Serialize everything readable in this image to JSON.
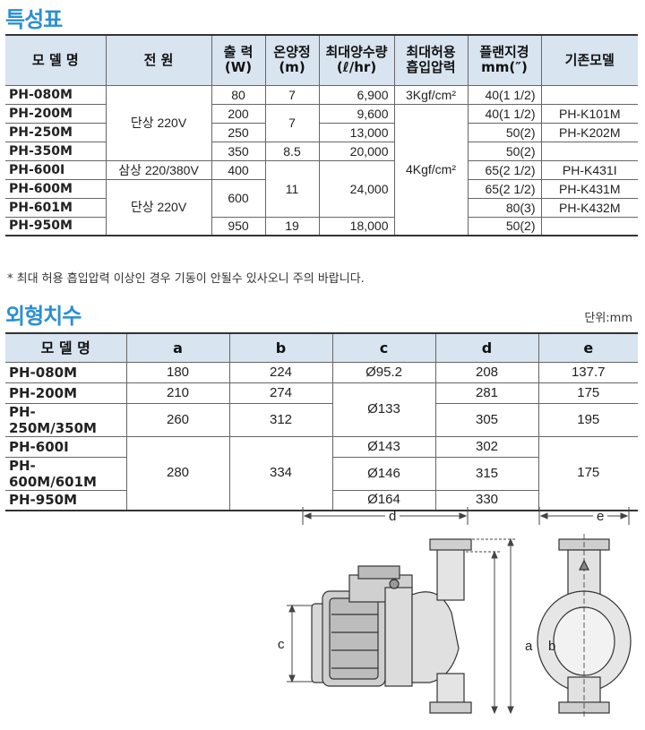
{
  "spec_section": {
    "title": "특성표"
  },
  "spec_table": {
    "headers": {
      "model": "모 델 명",
      "power": "전 원",
      "output_l1": "출 력",
      "output_l2": "(W)",
      "temp_l1": "온양정",
      "temp_l2": "(m)",
      "flow_l1": "최대양수량",
      "flow_l2": "(ℓ/hr)",
      "suction_l1": "최대허용",
      "suction_l2": "흡입압력",
      "flange_l1": "플랜지경",
      "flange_l2": "mm(″)",
      "prev": "기존모델"
    },
    "models": [
      "PH-080M",
      "PH-200M",
      "PH-250M",
      "PH-350M",
      "PH-600I",
      "PH-600M",
      "PH-601M",
      "PH-950M"
    ],
    "power": {
      "single_1": "단상 220V",
      "three": "삼상 220/380V",
      "single_2": "단상 220V"
    },
    "output": [
      "80",
      "200",
      "250",
      "350",
      "400",
      "600",
      "950"
    ],
    "head": [
      "7",
      "7",
      "8.5",
      "11",
      "19"
    ],
    "flow": [
      "6,900",
      "9,600",
      "13,000",
      "20,000",
      "24,000",
      "18,000"
    ],
    "suction": [
      "3Kgf/cm²",
      "4Kgf/cm²"
    ],
    "flange": [
      "40(1 1/2)",
      "40(1 1/2)",
      "50(2)",
      "50(2)",
      "65(2 1/2)",
      "65(2 1/2)",
      "80(3)",
      "50(2)"
    ],
    "prev_model": [
      "PH-K101M",
      "PH-K202M",
      "PH-K431I",
      "PH-K431M",
      "PH-K432M"
    ]
  },
  "footnote": "* 최대 허용 흡입압력 이상인 경우 기동이 안될수 있사오니 주의 바랍니다.",
  "dim_section": {
    "title": "외형치수",
    "unit": "단위:mm"
  },
  "dim_table": {
    "headers": [
      "모 델 명",
      "a",
      "b",
      "c",
      "d",
      "e"
    ],
    "models": [
      "PH-080M",
      "PH-200M",
      "PH-250M/350M",
      "PH-600I",
      "PH-600M/601M",
      "PH-950M"
    ],
    "a": [
      "180",
      "210",
      "260",
      "280"
    ],
    "b": [
      "224",
      "274",
      "312",
      "334"
    ],
    "c": [
      "Ø95.2",
      "Ø133",
      "Ø143",
      "Ø146",
      "Ø164"
    ],
    "d": [
      "208",
      "281",
      "305",
      "302",
      "315",
      "330"
    ],
    "e": [
      "137.7",
      "175",
      "195",
      "175"
    ]
  },
  "diagram": {
    "labels": {
      "d": "d",
      "e": "e",
      "c": "c",
      "a": "a",
      "b": "b"
    }
  }
}
